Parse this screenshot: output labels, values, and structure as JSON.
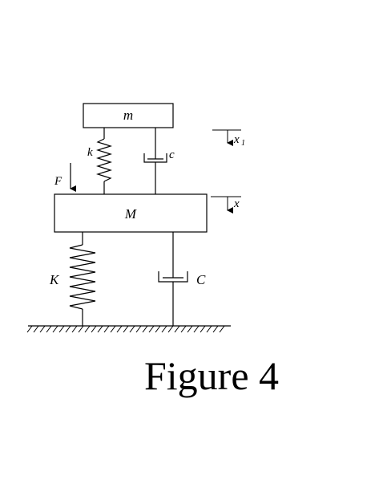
{
  "figure": {
    "caption": "Figure 4",
    "labels": {
      "small_mass": "m",
      "large_mass": "M",
      "upper_spring": "k",
      "upper_damper": "c",
      "lower_spring": "K",
      "lower_damper": "C",
      "force": "F",
      "disp_upper": "x",
      "disp_upper_sub": "1",
      "disp_lower": "x"
    }
  }
}
